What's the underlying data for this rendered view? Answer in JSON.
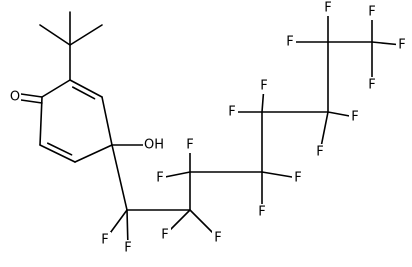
{
  "molecule": {
    "structure_type": "skeletal formula",
    "colors": {
      "bond": "#000000",
      "label": "#000000",
      "background": "#ffffff"
    },
    "labels": {
      "carbonyl_oxygen": "O",
      "hydroxyl": "OH",
      "fluorine": "F"
    }
  }
}
